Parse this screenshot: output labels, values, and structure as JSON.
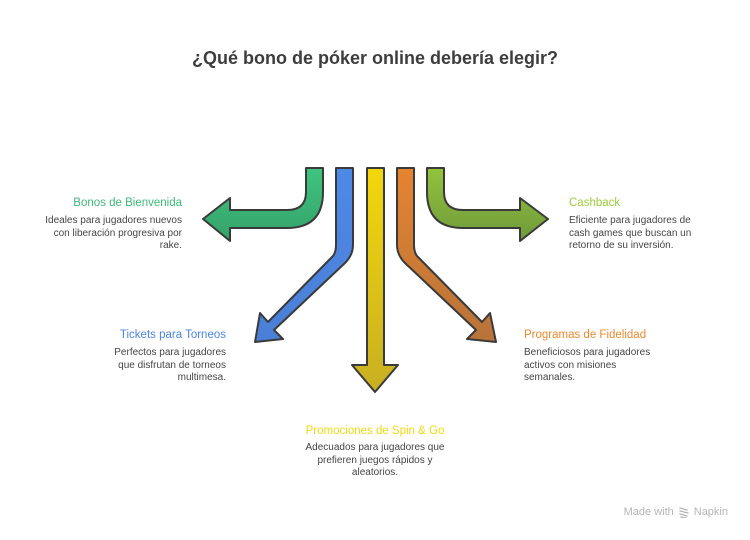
{
  "title": "¿Qué bono de póker online debería elegir?",
  "options": [
    {
      "id": "bienvenida",
      "heading": "Bonos de Bienvenida",
      "description": "Ideales para jugadores nuevos con liberación progresiva por rake.",
      "color": "#3dba78",
      "direction": "left"
    },
    {
      "id": "torneos",
      "heading": "Tickets para Torneos",
      "description": "Perfectos para jugadores que disfrutan de torneos multimesa.",
      "color": "#4a86e0",
      "direction": "down-left"
    },
    {
      "id": "spin-go",
      "heading": "Promociones de Spin & Go",
      "description": "Adecuados para jugadores que prefieren juegos rápidos y aleatorios.",
      "color": "#f2d90f",
      "direction": "down"
    },
    {
      "id": "fidelidad",
      "heading": "Programas de Fidelidad",
      "description": "Beneficiosos para jugadores activos con misiones semanales.",
      "color": "#f0882e",
      "direction": "down-right"
    },
    {
      "id": "cashback",
      "heading": "Cashback",
      "description": "Eficiente para jugadores de cash games que buscan un retorno de su inversión.",
      "color": "#9acd3a",
      "direction": "right"
    }
  ],
  "footer": {
    "made_with": "Made with",
    "brand": "Napkin",
    "icon": "napkin-logo-icon"
  }
}
